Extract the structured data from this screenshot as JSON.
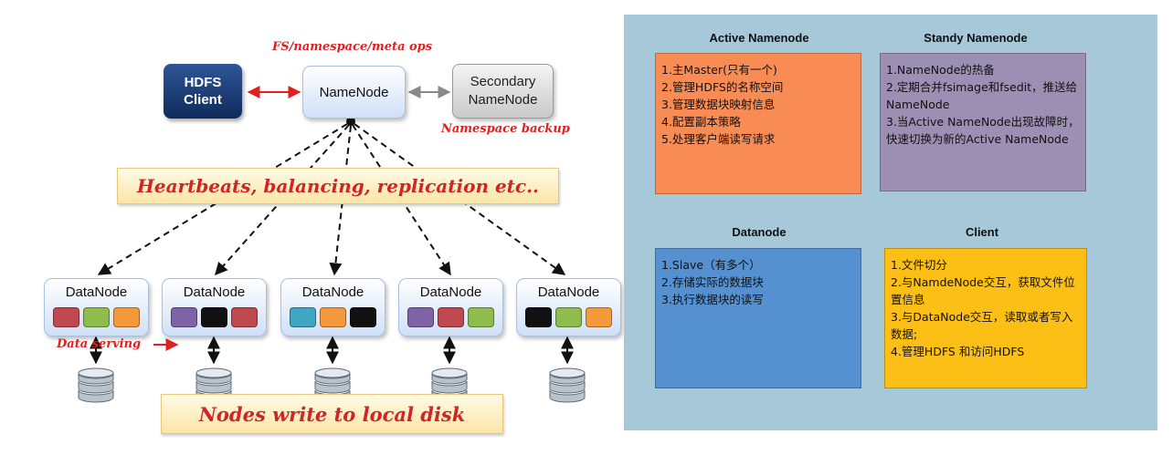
{
  "diagram": {
    "labels": {
      "ops": "FS/namespace/meta ops",
      "hdfs_client": "HDFS\nClient",
      "namenode": "NameNode",
      "secondary_namenode": "Secondary\nNameNode",
      "namespace_backup": "Namespace backup",
      "heartbeats": "Heartbeats, balancing, replication etc..",
      "data_serving": "Data serving",
      "write_local": "Nodes write to local disk"
    },
    "datanodes": [
      {
        "label": "DataNode",
        "blocks": [
          "#c0484f",
          "#8ebd4e",
          "#f59a3c"
        ]
      },
      {
        "label": "DataNode",
        "blocks": [
          "#7e63a6",
          "#111111",
          "#c0484f"
        ]
      },
      {
        "label": "DataNode",
        "blocks": [
          "#3fa7c4",
          "#f59a3c",
          "#111111"
        ]
      },
      {
        "label": "DataNode",
        "blocks": [
          "#7e63a6",
          "#c0484f",
          "#8ebd4e"
        ]
      },
      {
        "label": "DataNode",
        "blocks": [
          "#111111",
          "#8ebd4e",
          "#f59a3c"
        ]
      }
    ]
  },
  "panel": {
    "active": {
      "title": "Active Namenode",
      "items": [
        "1.主Master(只有一个)",
        "2.管理HDFS的名称空间",
        "3.管理数据块映射信息",
        "4.配置副本策略",
        "5.处理客户端读写请求"
      ]
    },
    "standby": {
      "title": "Standy Namenode",
      "items": [
        "1.NameNode的热备",
        "2.定期合并fsimage和fsedit，推送给NameNode",
        "3.当Active NameNode出现故障时，快速切换为新的Active NameNode"
      ]
    },
    "datanode": {
      "title": "Datanode",
      "items": [
        "1.Slave（有多个）",
        "2.存储实际的数据块",
        "3.执行数据块的读写"
      ]
    },
    "client": {
      "title": "Client",
      "items": [
        "1.文件切分",
        "2.与NamdeNode交互，获取文件位置信息",
        "3.与DataNode交互，读取或者写入数据;",
        "4.管理HDFS 和访问HDFS"
      ]
    }
  }
}
